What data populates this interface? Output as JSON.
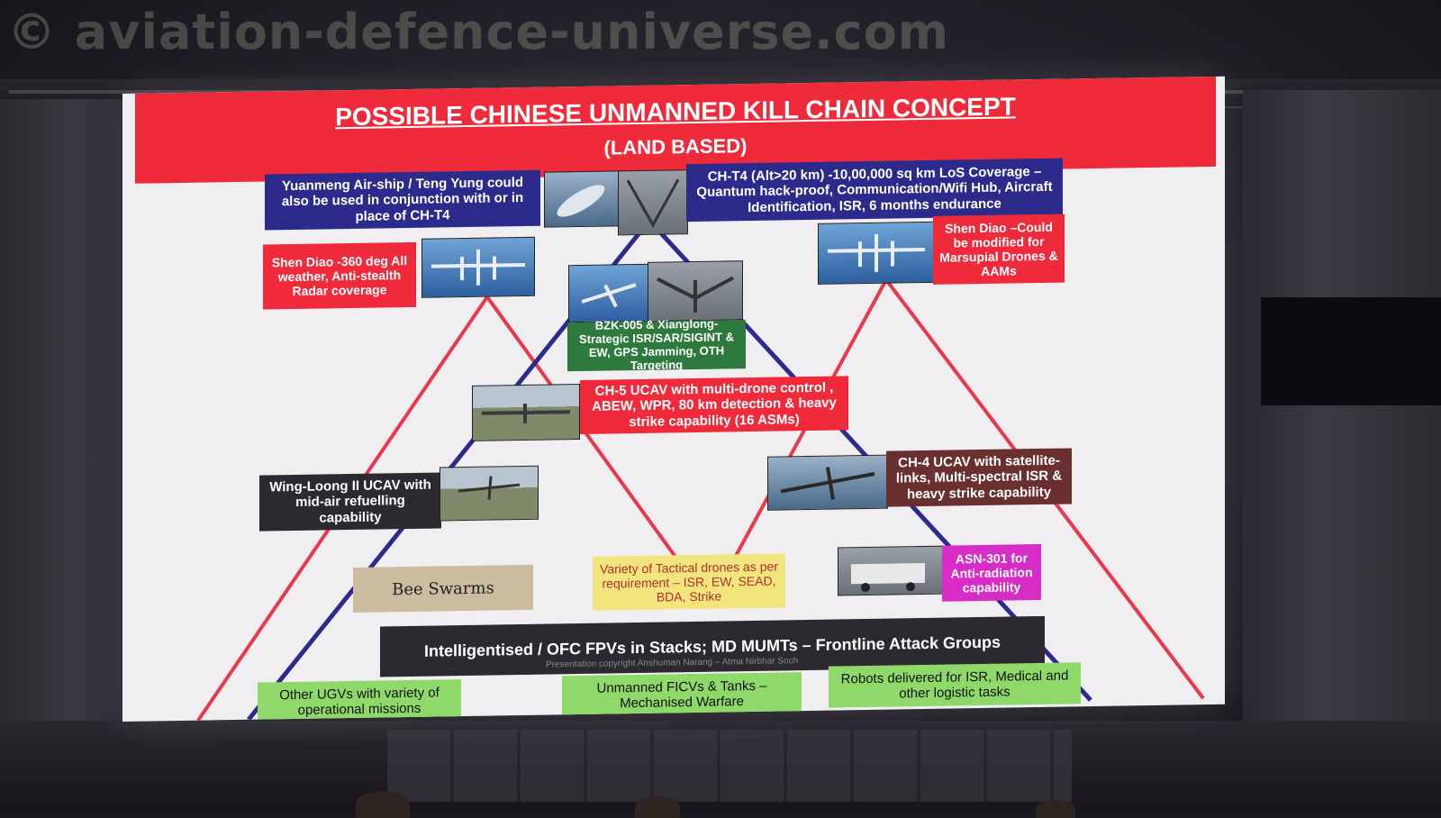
{
  "watermark": "© aviation-defence-universe.com",
  "slide": {
    "title": "POSSIBLE CHINESE UNMANNED KILL CHAIN CONCEPT",
    "subtitle": "(LAND BASED)",
    "colors": {
      "red": "#ef2a3b",
      "navy": "#2c2b8c",
      "green": "#2e7a3e",
      "dark": "#2c2a2e",
      "brown": "#6a3030",
      "magenta": "#d72cc6",
      "yellow": "#f2e57d",
      "lightgreen": "#8fd86a"
    },
    "boxes": {
      "yuanmeng": "Yuanmeng Air-ship / Teng Yung could also be used in conjunction with or in place of CH-T4",
      "cht4": "CH-T4 (Alt>20 km) -10,00,000 sq km LoS Coverage – Quantum hack-proof, Communication/Wifi Hub, Aircraft Identification, ISR, 6 months endurance",
      "shendiao_left": "Shen Diao -360 deg All weather, Anti-stealth Radar coverage",
      "shendiao_right": "Shen Diao –Could be modified for Marsupial Drones & AAMs",
      "bzk": "BZK-005 & Xianglong- Strategic ISR/SAR/SIGINT & EW, GPS Jamming, OTH Targeting",
      "ch5": "CH-5 UCAV with multi-drone control , ABEW, WPR, 80 km detection & heavy strike capability (16 ASMs)",
      "wingloong": "Wing-Loong II UCAV with mid-air refuelling capability",
      "ch4": "CH-4 UCAV with satellite-links, Multi-spectral ISR & heavy strike capability",
      "bee": "Bee Swarms",
      "tactical": "Variety of Tactical drones as per requirement – ISR, EW, SEAD, BDA, Strike",
      "asn301": "ASN-301 for Anti-radiation capability",
      "fpv": "Intelligentised / OFC FPVs in Stacks; MD MUMTs – Frontline Attack Groups",
      "ugvs": "Other UGVs with variety of operational missions",
      "ficvs": "Unmanned FICVs & Tanks – Mechanised Warfare",
      "robots": "Robots delivered for ISR, Medical and other logistic tasks"
    },
    "copyright": "Presentation copyright Anshuman Narang – Atma Nirbhar Soch"
  },
  "icons": [
    "airship-photo",
    "shen-diao-drone-photo",
    "bzk005-photo",
    "xianglong-photo",
    "ch5-photo",
    "wing-loong-photo",
    "ch4-photo",
    "asn301-truck-photo"
  ]
}
